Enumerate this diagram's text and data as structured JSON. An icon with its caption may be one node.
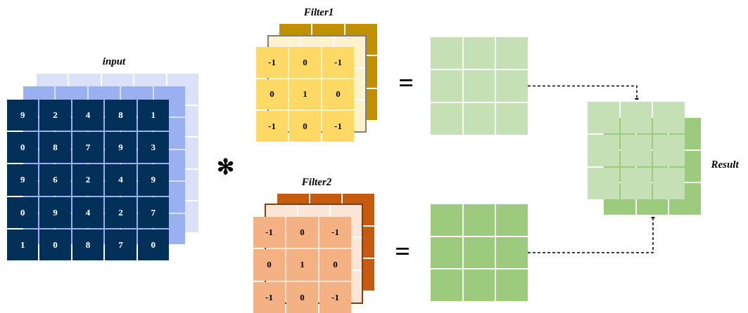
{
  "diagram": {
    "nodes": [
      {
        "text": [
          "input"
        ]
      },
      {
        "text": [
          "9"
        ],
        "in": 0
      },
      {
        "text": [
          "2"
        ],
        "in": 0
      },
      {
        "text": [
          "4"
        ],
        "in": 0
      },
      {
        "text": [
          "8"
        ],
        "in": 0
      },
      {
        "text": [
          "1"
        ],
        "in": 0
      },
      {
        "text": [
          "0"
        ],
        "in": 0
      },
      {
        "text": [
          "8"
        ],
        "in": 0
      },
      {
        "text": [
          "7"
        ],
        "in": 0
      },
      {
        "text": [
          "9"
        ],
        "in": 0
      },
      {
        "text": [
          "3"
        ],
        "in": 0
      },
      {
        "text": [
          "9"
        ],
        "in": 0
      },
      {
        "text": [
          "6"
        ],
        "in": 0
      },
      {
        "text": [
          "2"
        ],
        "in": 0
      },
      {
        "text": [
          "4"
        ],
        "in": 0
      },
      {
        "text": [
          "9"
        ],
        "in": 0
      },
      {
        "text": [
          "0"
        ],
        "in": 0
      },
      {
        "text": [
          "9"
        ],
        "in": 0
      },
      {
        "text": [
          "4"
        ],
        "in": 0
      },
      {
        "text": [
          "2"
        ],
        "in": 0
      },
      {
        "text": [
          "7"
        ],
        "in": 0
      },
      {
        "text": [
          "1"
        ],
        "in": 0
      },
      {
        "text": [
          "0"
        ],
        "in": 0
      },
      {
        "text": [
          "8"
        ],
        "in": 0
      },
      {
        "text": [
          "7"
        ],
        "in": 0
      },
      {
        "text": [
          "0"
        ],
        "in": 0
      },
      {
        "text": [
          "Filter1"
        ]
      },
      {
        "text": [
          "-1"
        ],
        "in": 26
      },
      {
        "text": [
          "0"
        ],
        "in": 26
      },
      {
        "text": [
          "-1"
        ],
        "in": 26
      },
      {
        "text": [
          "0"
        ],
        "in": 26
      },
      {
        "text": [
          "1"
        ],
        "in": 26
      },
      {
        "text": [
          "0"
        ],
        "in": 26
      },
      {
        "text": [
          "-1"
        ],
        "in": 26
      },
      {
        "text": [
          "0"
        ],
        "in": 26
      },
      {
        "text": [
          "-1"
        ],
        "in": 26
      },
      {
        "text": [
          "Filter2"
        ]
      },
      {
        "text": [
          "-1"
        ],
        "in": 36
      },
      {
        "text": [
          "0"
        ],
        "in": 36
      },
      {
        "text": [
          "-1"
        ],
        "in": 36
      },
      {
        "text": [
          "0"
        ],
        "in": 36
      },
      {
        "text": [
          "1"
        ],
        "in": 36
      },
      {
        "text": [
          "0"
        ],
        "in": 36
      },
      {
        "text": [
          "-1"
        ],
        "in": 36
      },
      {
        "text": [
          "0"
        ],
        "in": 36
      },
      {
        "text": [
          "-1"
        ],
        "in": 36
      },
      {
        "text": [],
        "shape": "box"
      },
      {
        "text": [],
        "shape": "box"
      },
      {
        "text": [
          "Result"
        ]
      }
    ],
    "edges": [
      {
        "from": 46,
        "to": 48,
        "arrow": "to",
        "style": "dashed"
      },
      {
        "from": 47,
        "to": 48,
        "arrow": "to",
        "style": "dashed"
      }
    ],
    "labels": [
      "✻",
      "=",
      "="
    ]
  }
}
